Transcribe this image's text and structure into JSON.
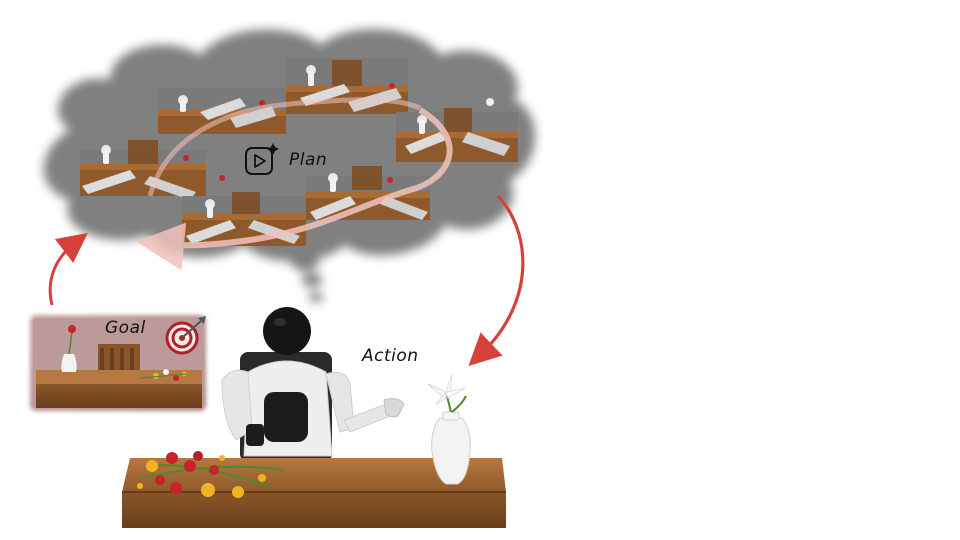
{
  "labels": {
    "plan": "Plan",
    "goal": "Goal",
    "action": "Action"
  },
  "icons": {
    "plan": "video-play-sparkle-icon",
    "goal": "target-arrow-icon"
  },
  "colors": {
    "cloud": "#7c7c7c",
    "arrow": "#d8403a",
    "plan_arrow": "#f2c3bd",
    "table_wood": "#a86b36",
    "table_edge": "#7a4a22",
    "robot_body": "#eeeeee",
    "robot_head": "#151515",
    "goal_frame": "#b98b8b",
    "rose": "#c8232b",
    "daisy": "#f2b320",
    "leaf": "#4f8a2e"
  }
}
